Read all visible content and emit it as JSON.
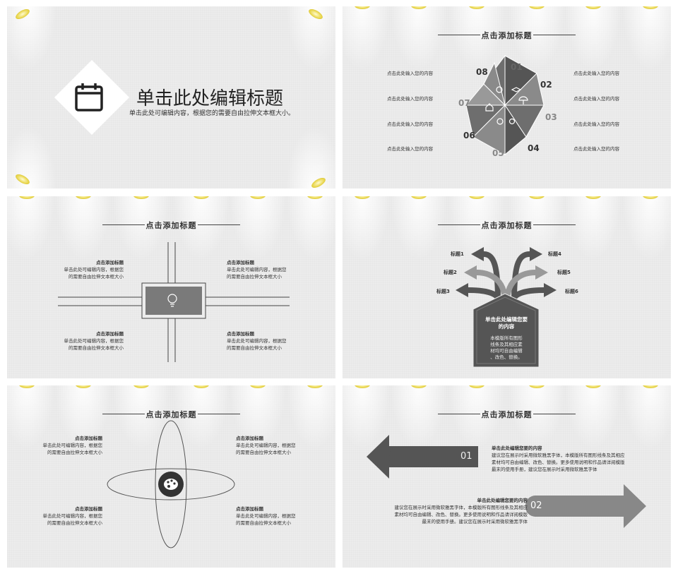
{
  "slide1": {
    "title": "单击此处编辑标题",
    "subtitle": "单击此处可编辑内容，根据您的需要自由拉伸文本框大小。",
    "icon": "calendar-icon"
  },
  "slide2": {
    "title": "点击添加标题",
    "numbers": [
      "01",
      "02",
      "03",
      "04",
      "05",
      "06",
      "07",
      "08"
    ],
    "left_items": [
      "点击此处输入您的内容",
      "点击此处输入您的内容",
      "点击此处输入您的内容",
      "点击此处输入您的内容"
    ],
    "right_items": [
      "点击此处输入您的内容",
      "点击此处输入您的内容",
      "点击此处输入您的内容",
      "点击此处输入您的内容"
    ]
  },
  "slide3": {
    "title": "点击添加标题",
    "blocks": [
      {
        "heading": "点击添加标题",
        "line1": "单击此处可编辑内容，根据您",
        "line2": "的需要自由拉伸文本框大小"
      },
      {
        "heading": "点击添加标题",
        "line1": "单击此处可编辑内容，根据您",
        "line2": "的需要自由拉伸文本框大小"
      },
      {
        "heading": "点击添加标题",
        "line1": "单击此处可编辑内容，根据您",
        "line2": "的需要自由拉伸文本框大小"
      },
      {
        "heading": "点击添加标题",
        "line1": "单击此处可编辑内容，根据您",
        "line2": "的需要自由拉伸文本框大小"
      }
    ],
    "center_icon": "lightbulb-icon"
  },
  "slide4": {
    "title": "点击添加标题",
    "labels": [
      "标题1",
      "标题2",
      "标题3",
      "标题4",
      "标题5",
      "标题6"
    ],
    "house_title_1": "单击此处编辑您要",
    "house_title_2": "的内容",
    "house_text_1": "本模版所有图形",
    "house_text_2": "线条及其相应素",
    "house_text_3": "材均可自由编辑",
    "house_text_4": "、改色、替换。"
  },
  "slide5": {
    "title": "点击添加标题",
    "blocks": [
      {
        "heading": "点击添加标题",
        "line1": "单击此处可编辑内容，根据您",
        "line2": "的需要自由拉伸文本框大小"
      },
      {
        "heading": "点击添加标题",
        "line1": "单击此处可编辑内容，根据您",
        "line2": "的需要自由拉伸文本框大小"
      },
      {
        "heading": "点击添加标题",
        "line1": "单击此处可编辑内容，根据您",
        "line2": "的需要自由拉伸文本框大小"
      },
      {
        "heading": "点击添加标题",
        "line1": "单击此处可编辑内容，根据您",
        "line2": "的需要自由拉伸文本框大小"
      }
    ],
    "center_icon": "palette-icon"
  },
  "slide6": {
    "title": "点击添加标题",
    "arrow1_num": "01",
    "arrow2_num": "02",
    "block1": {
      "heading": "单击此处编辑您要的内容",
      "line1": "建议您在展示时采用微软雅黑字体，本模版所有图形线条及其相应",
      "line2": "素材均可自由编辑、改色、替换。更多使用说明和作品请详阅模版",
      "line3": "最末的使用手册，建议您在展示时采用微软雅黑字体"
    },
    "block2": {
      "heading": "单击此处编辑您要的内容",
      "line1": "建议您在展示时采用微软雅黑字体，本模版所有图形线条及其相应",
      "line2": "素材均可自由编辑、改色、替换。更多使用说明和作品请详阅模版",
      "line3": "最末的使用手册。建议您在展示时采用微软雅黑字体"
    }
  }
}
